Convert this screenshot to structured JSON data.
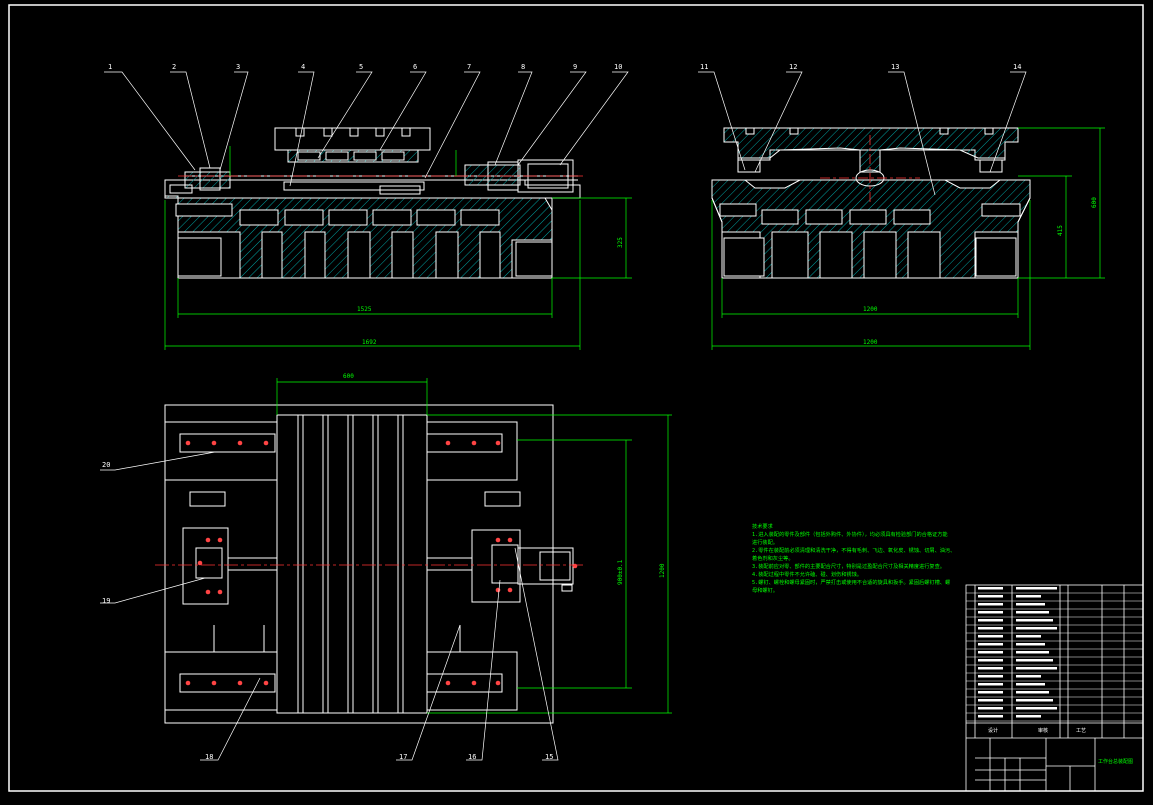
{
  "part_labels": [
    "1",
    "2",
    "3",
    "4",
    "5",
    "6",
    "7",
    "8",
    "9",
    "10",
    "11",
    "12",
    "13",
    "14",
    "15",
    "16",
    "17",
    "18",
    "19",
    "20"
  ],
  "dimensions": {
    "front_overall_width": "1692",
    "front_inner_width": "1525",
    "front_height": "325",
    "side_inner_width": "1200",
    "side_overall_width": "1200",
    "side_height_inner": "415",
    "side_height_overall": "600",
    "plan_table_width": "600",
    "plan_rail_spacing": "900±0.1",
    "plan_total_depth": "1200"
  },
  "technical_notes": {
    "heading": "技术要求",
    "lines": [
      "1.进入装配的零件及部件（包括外购件、外协件），均必须具有检验部门的合格证方能",
      "进行装配。",
      "2.零件在装配前必须清理和清洗干净，不得有毛刺、飞边、氧化皮、锈蚀、切屑、油污、",
      "着色剂和灰尘等。",
      "3.装配前应对零、部件的主要配合尺寸，特别是过盈配合尺寸及相关精度进行复查。",
      "4.装配过程中零件不允许磕、碰、划伤和锈蚀。",
      "5.螺钉、螺栓和螺母紧固时，严禁打击或使用不合适的旋具和扳手。紧固后螺钉槽、螺",
      "母和螺钉。"
    ]
  },
  "title_block": {
    "drawing_name": "工作台总装配图",
    "cell_a": "设计",
    "cell_b": "审核",
    "cell_c": "工艺"
  },
  "colors": {
    "background": "#000000",
    "outline": "#ffffff",
    "hatch": "#00a3a3",
    "dimension": "#00ff00",
    "centerline": "#ff3333",
    "fastener": "#ff4444"
  }
}
